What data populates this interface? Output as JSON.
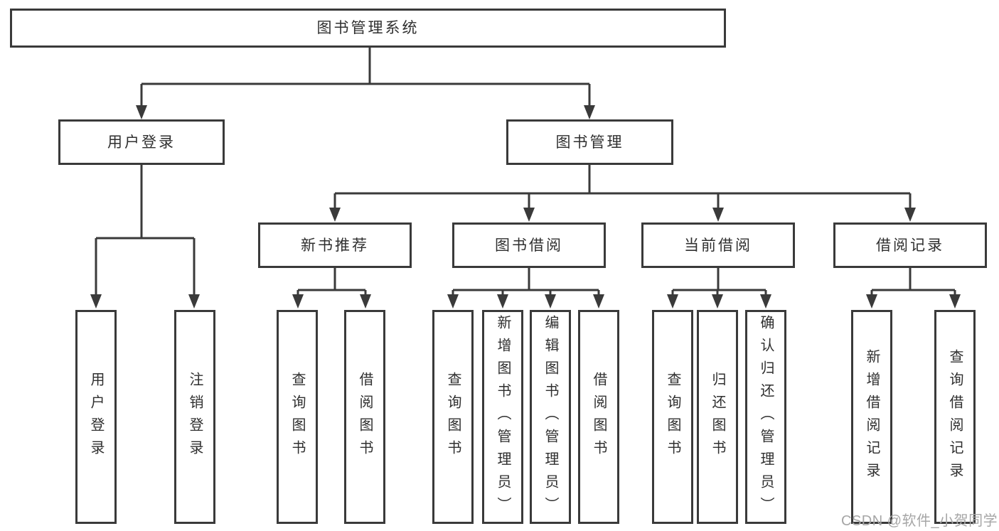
{
  "nodes": {
    "root": "图书管理系统",
    "user_login": "用户登录",
    "book_management": "图书管理",
    "new_book_recommend": "新书推荐",
    "book_borrowing": "图书借阅",
    "current_borrowing": "当前借阅",
    "borrowing_records": "借阅记录",
    "leaves": {
      "user_login": [
        "用户登录",
        "注销登录"
      ],
      "new_book_recommend": [
        "查询图书",
        "借阅图书"
      ],
      "book_borrowing": [
        "查询图书",
        "新增图书（管理员）",
        "编辑图书（管理员）",
        "借阅图书"
      ],
      "current_borrowing": [
        "查询图书",
        "归还图书",
        "确认归还（管理员）"
      ],
      "borrowing_records": [
        "新增借阅记录",
        "查询借阅记录"
      ]
    }
  },
  "watermark": "CSDN @软件_小贺同学",
  "colors": {
    "line": "#3a3a3a",
    "text": "#2f2f2f",
    "watermark": "#a6a6a6",
    "background": "#ffffff"
  }
}
